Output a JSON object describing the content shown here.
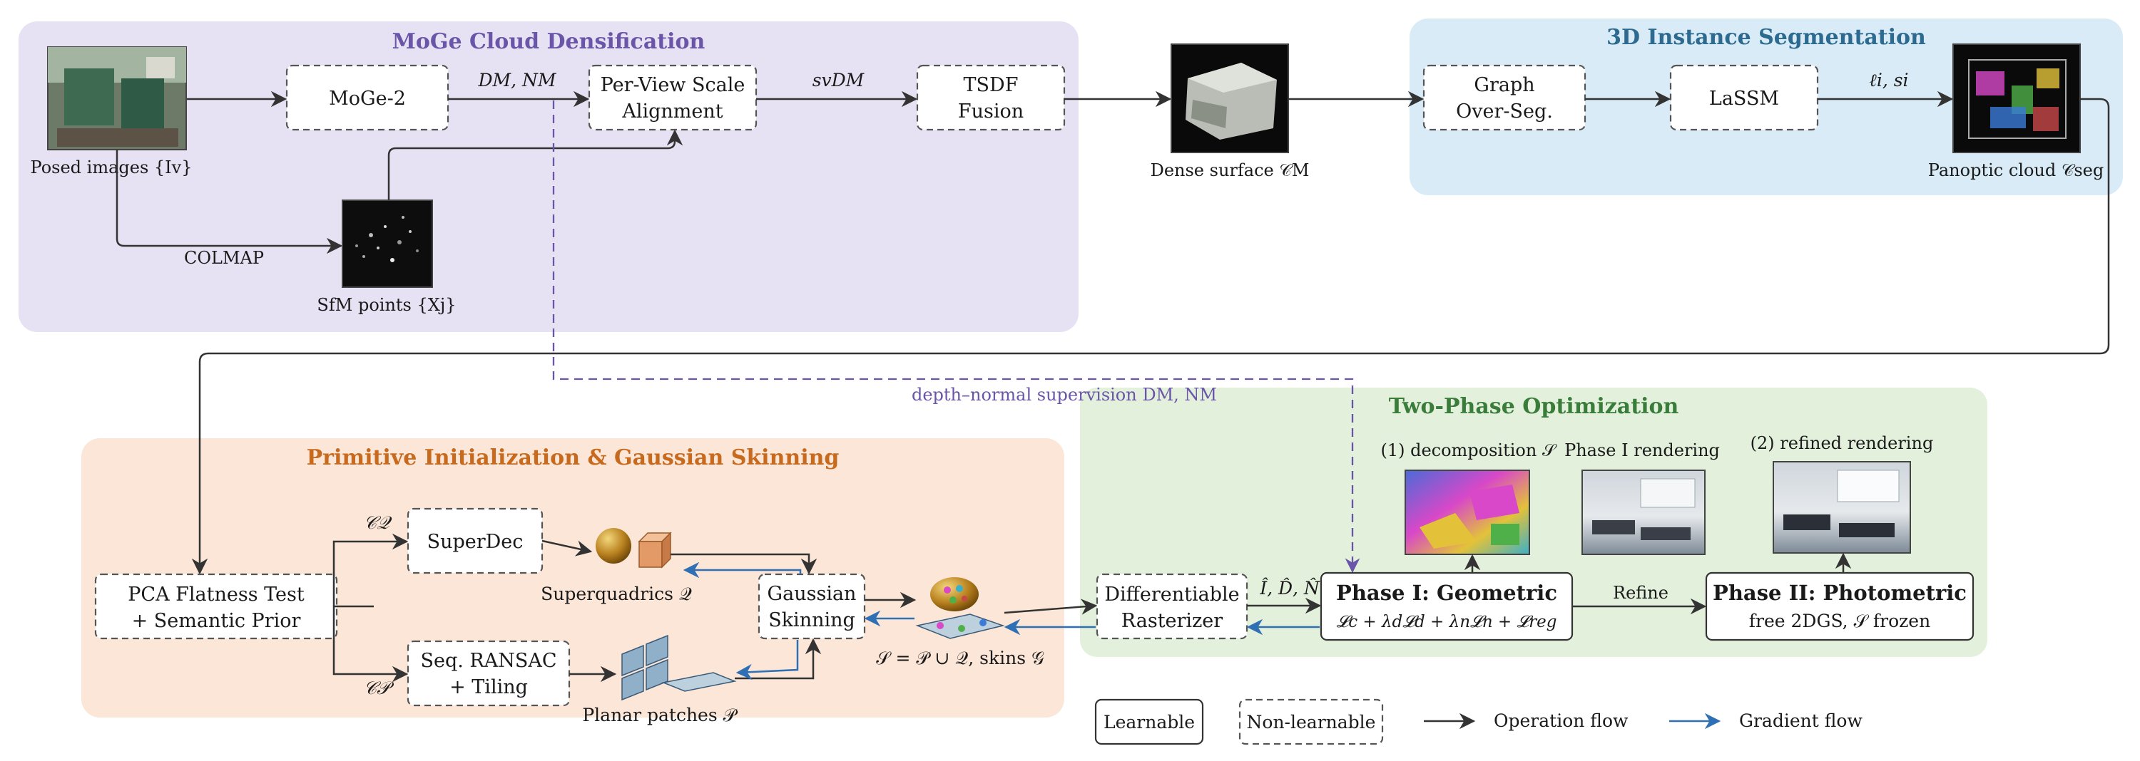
{
  "regions": {
    "moge": {
      "title": "MoGe Cloud Densification",
      "color": "#6a55a8",
      "fill": "#e7e2f3"
    },
    "inst": {
      "title": "3D Instance Segmentation",
      "color": "#2c6a8f",
      "fill": "#d9ebf6"
    },
    "prim": {
      "title": "Primitive Initialization & Gaussian Skinning",
      "color": "#c86a1e",
      "fill": "#fbe6d8"
    },
    "two": {
      "title": "Two-Phase Optimization",
      "color": "#3a7d3a",
      "fill": "#e3f0dc"
    }
  },
  "nodes": {
    "moge2": "MoGe-2",
    "scale_align_1": "Per-View Scale",
    "scale_align_2": "Alignment",
    "tsdf_1": "TSDF",
    "tsdf_2": "Fusion",
    "graph_1": "Graph",
    "graph_2": "Over-Seg.",
    "lassm": "LaSSM",
    "pca_1": "PCA Flatness Test",
    "pca_2": "+ Semantic Prior",
    "superdec": "SuperDec",
    "ransac_1": "Seq. RANSAC",
    "ransac_2": "+ Tiling",
    "skinning_1": "Gaussian",
    "skinning_2": "Skinning",
    "rasterizer_1": "Differentiable",
    "rasterizer_2": "Rasterizer",
    "phase1_title": "Phase I: Geometric",
    "phase1_loss": "𝓛c + λd𝓛d + λn𝓛n + 𝓛reg",
    "phase2_title": "Phase II: Photometric",
    "phase2_sub": "free 2DGS, 𝒮 frozen"
  },
  "labels": {
    "posed_images": "Posed images {Iv}",
    "colmap": "COLMAP",
    "sfm_points": "SfM points {Xj}",
    "dm_nm": "DM, NM",
    "sv_dm": "svDM",
    "dense_surface": "Dense surface 𝒞M",
    "li_si": "ℓi, si",
    "panoptic": "Panoptic cloud 𝒞seg",
    "depth_normal": "depth–normal supervision DM, NM",
    "cq": "𝒞𝒬",
    "cp": "𝒞𝒫",
    "superquadrics": "Superquadrics 𝒬",
    "planar_patches": "Planar patches 𝒫",
    "union": "𝒮 = 𝒫 ∪ 𝒬,  skins 𝒢",
    "render_out": "Î, D̂, N̂",
    "refine": "Refine",
    "decomposition": "(1) decomposition 𝒮",
    "phase1_rendering": "Phase I rendering",
    "refined_rendering": "(2) refined rendering"
  },
  "legend": {
    "learnable": "Learnable",
    "non_learnable": "Non-learnable",
    "operation_flow": "Operation flow",
    "gradient_flow": "Gradient flow"
  },
  "colors": {
    "operation": "#333333",
    "gradient": "#2f6fb3",
    "supervision": "#6a55a8"
  }
}
